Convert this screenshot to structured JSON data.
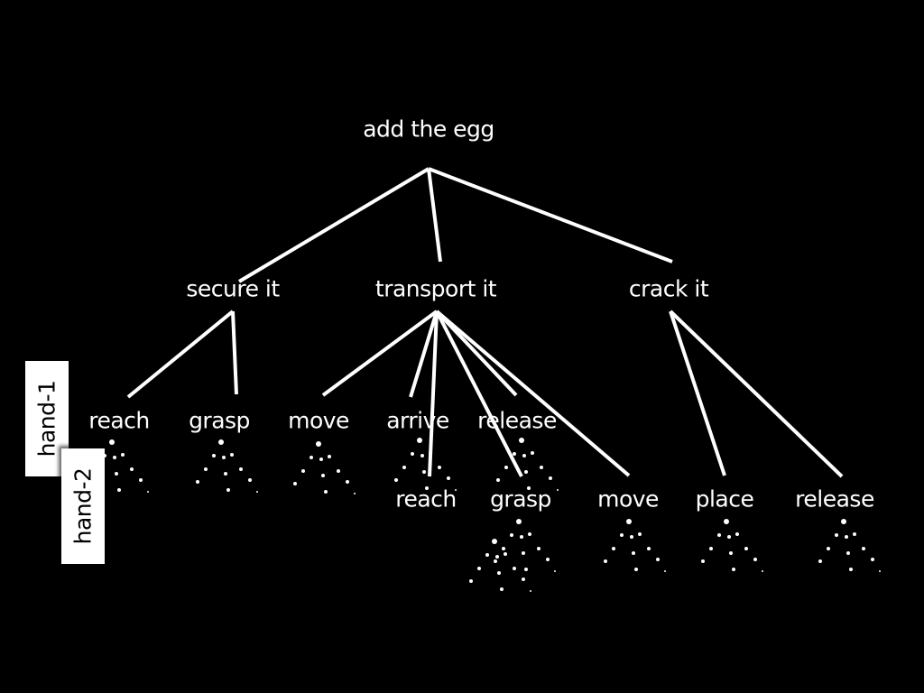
{
  "root": "add the egg",
  "subgoals": [
    "secure it",
    "transport it",
    "crack it"
  ],
  "row_labels": {
    "hand1": "hand-1",
    "hand2": "hand-2"
  },
  "hand1_actions": [
    "reach",
    "grasp",
    "move",
    "arrive",
    "release"
  ],
  "hand2_actions": [
    "reach",
    "grasp",
    "move",
    "place",
    "release"
  ],
  "colors": {
    "background": "#000000",
    "foreground": "#ffffff"
  }
}
